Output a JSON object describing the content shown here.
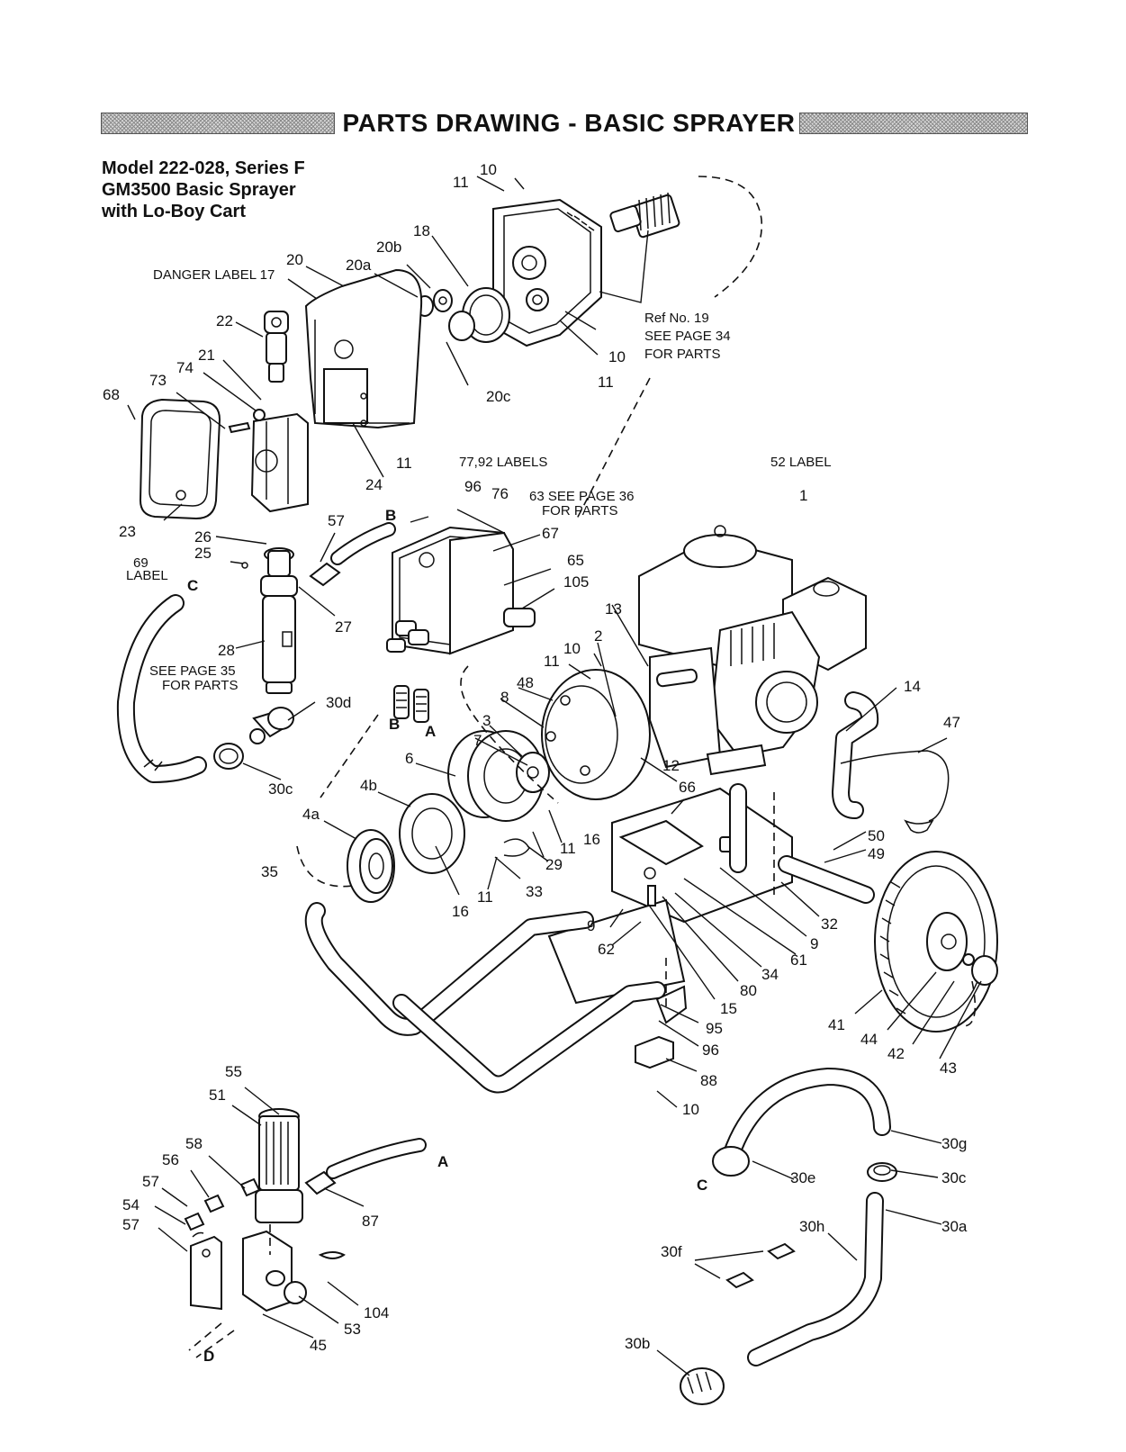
{
  "header": {
    "title": "PARTS DRAWING - BASIC SPRAYER"
  },
  "model": {
    "line1": "Model 222-028, Series F",
    "line2": "GM3500 Basic Sprayer",
    "line3": "with Lo-Boy Cart"
  },
  "notes": {
    "ref19": [
      "Ref No. 19",
      "SEE PAGE 34",
      "FOR PARTS"
    ],
    "ref63": [
      "63 SEE PAGE 36",
      "FOR PARTS"
    ],
    "ref28": [
      "SEE PAGE 35",
      "FOR PARTS"
    ],
    "danger_label": "DANGER LABEL 17",
    "labels_77_92": "77,92 LABELS",
    "label_52": "52 LABEL",
    "label_69": [
      "69",
      "LABEL"
    ]
  },
  "part_numbers": [
    "10",
    "11",
    "18",
    "20",
    "20a",
    "20b",
    "20c",
    "22",
    "21",
    "74",
    "73",
    "68",
    "24",
    "23",
    "26",
    "25",
    "27",
    "28",
    "57",
    "30d",
    "30c",
    "96",
    "76",
    "67",
    "65",
    "105",
    "1",
    "13",
    "2",
    "48",
    "8",
    "3",
    "7",
    "6",
    "4b",
    "4a",
    "16",
    "29",
    "33",
    "12",
    "66",
    "14",
    "47",
    "50",
    "49",
    "32",
    "9",
    "61",
    "34",
    "80",
    "15",
    "62",
    "95",
    "88",
    "35",
    "41",
    "44",
    "42",
    "43",
    "55",
    "51",
    "58",
    "56",
    "54",
    "87",
    "53",
    "104",
    "45",
    "30g",
    "30e",
    "30a",
    "30h",
    "30f",
    "30b"
  ],
  "connection_letters": [
    "A",
    "B",
    "C",
    "D"
  ]
}
